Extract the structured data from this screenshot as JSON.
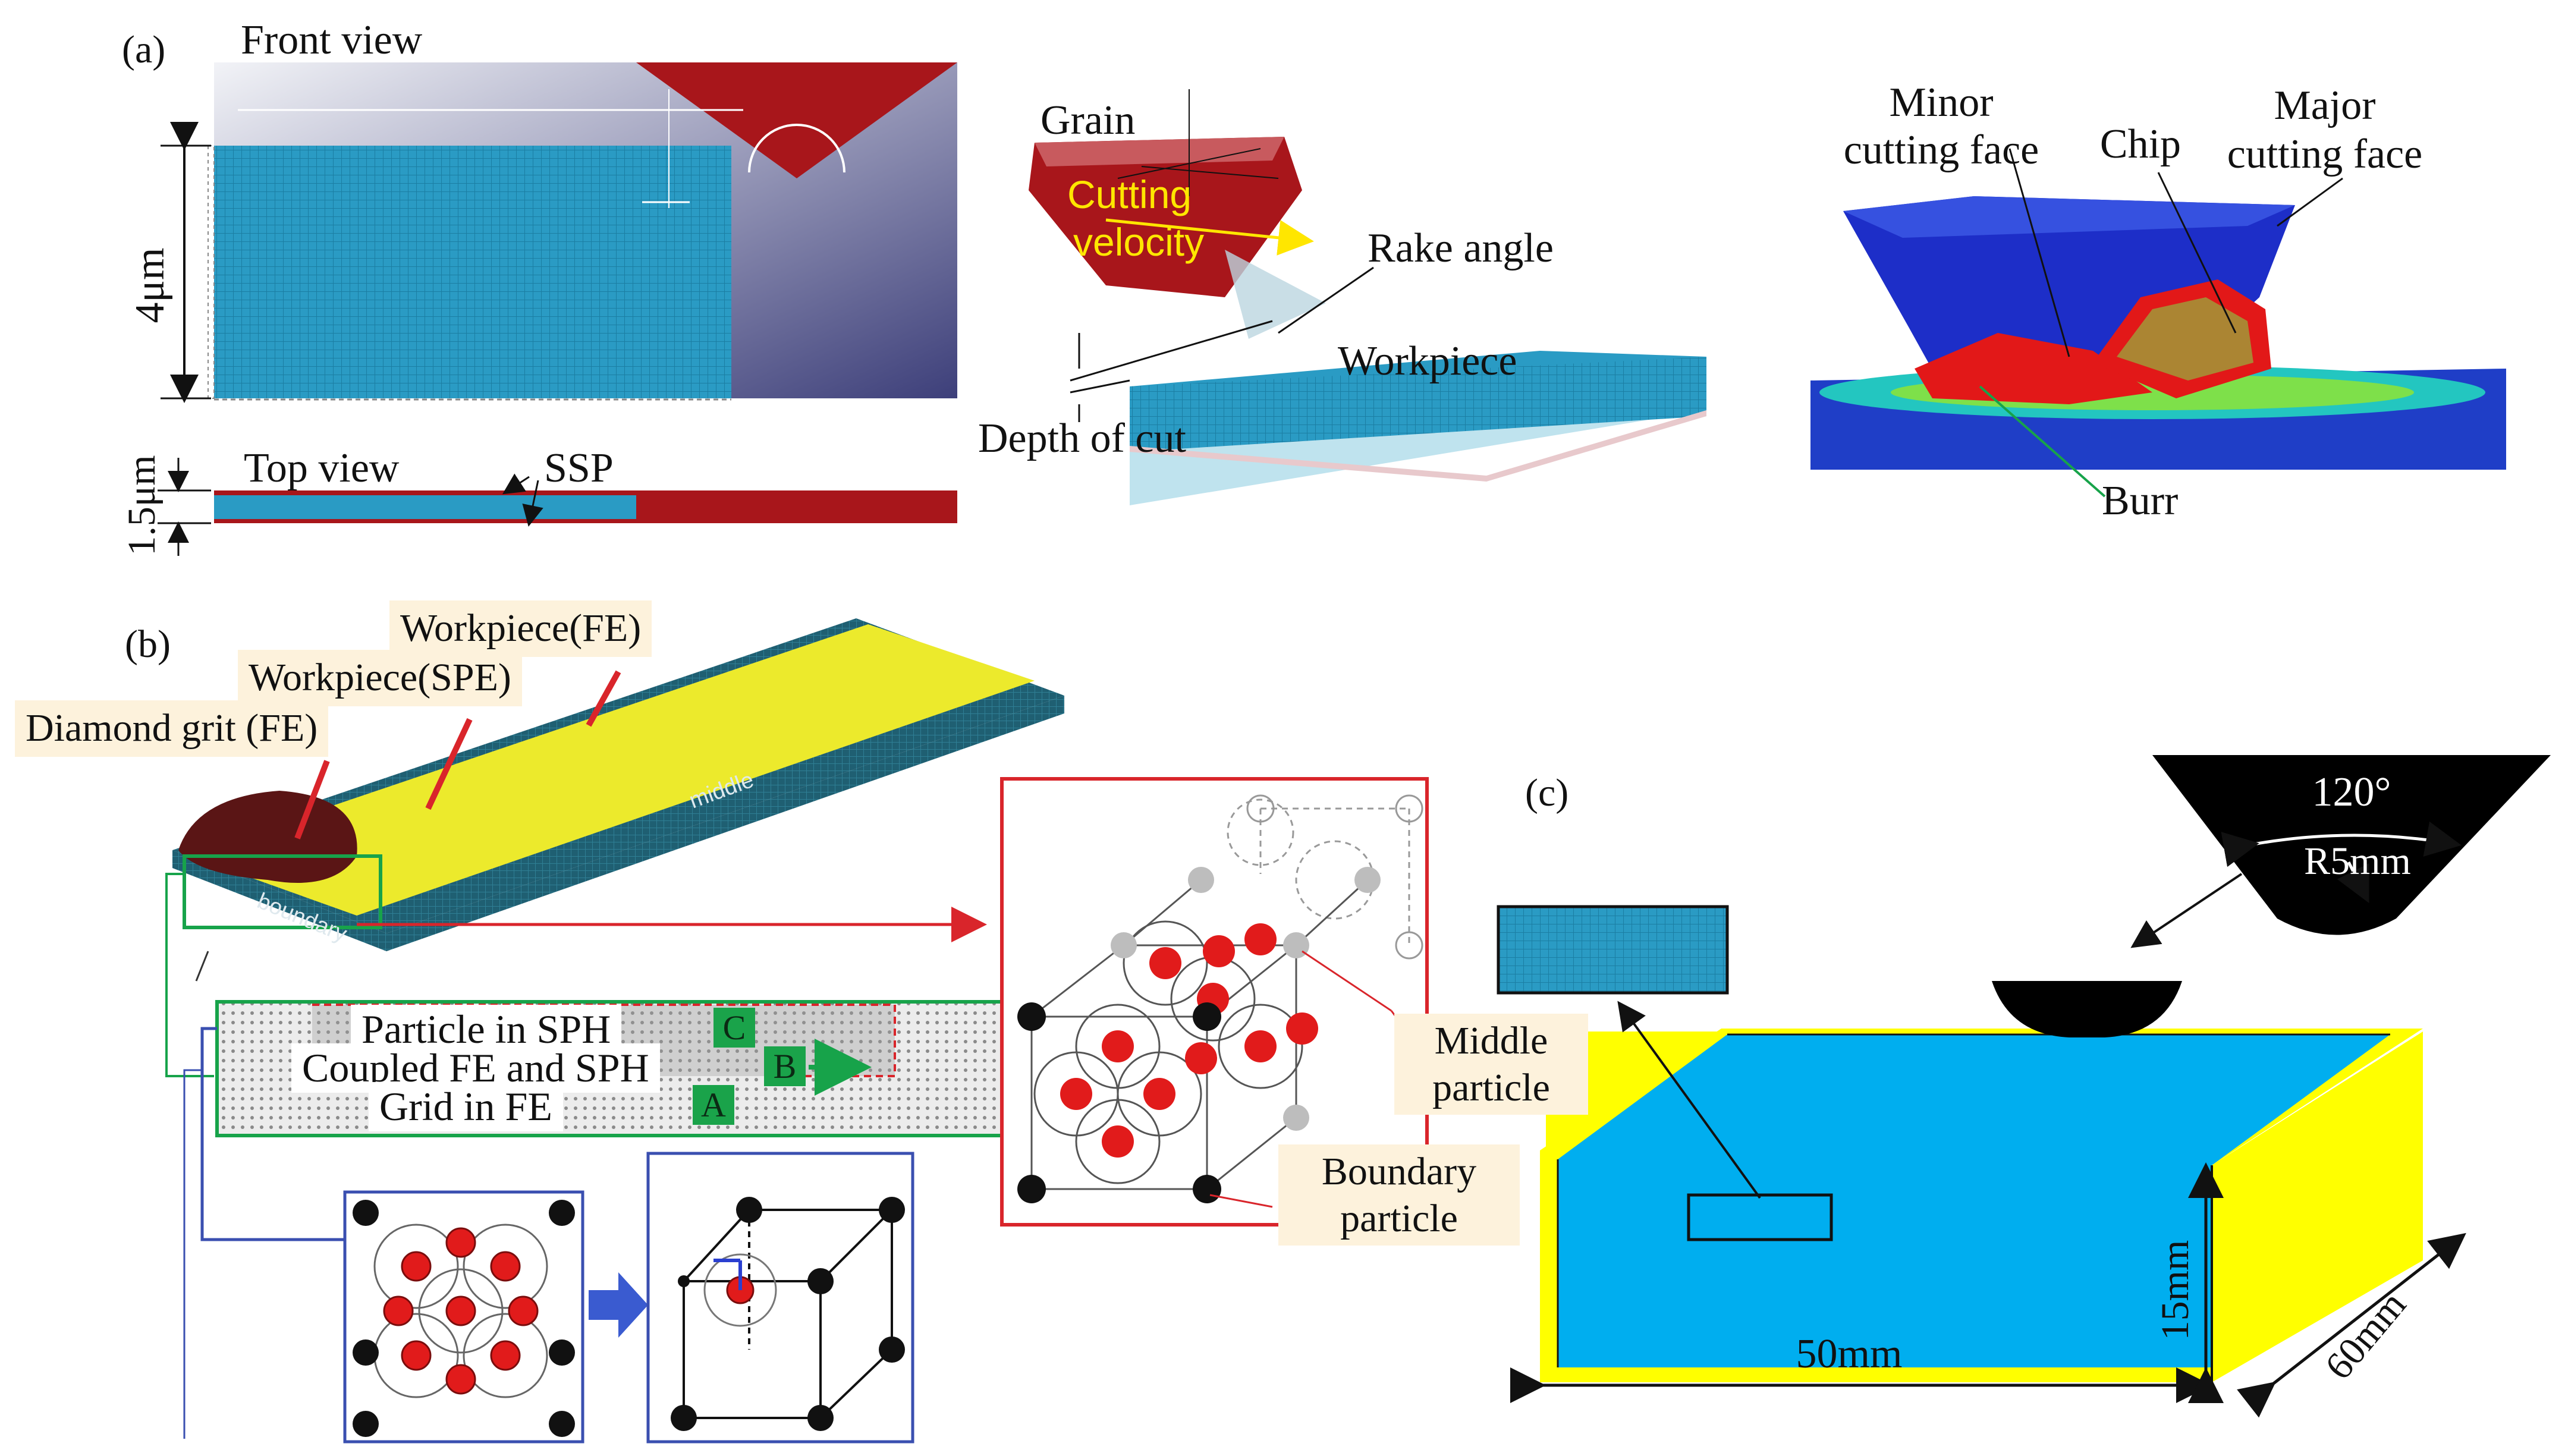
{
  "panels": {
    "a": {
      "label": "(a)",
      "front_view": "Front view",
      "top_view": "Top view",
      "ssp": "SSP",
      "dim_height": "4μm",
      "dim_width": "1.5μm",
      "grain": "Grain",
      "cutting_velocity_1": "Cutting",
      "cutting_velocity_2": "velocity",
      "rake_angle": "Rake angle",
      "workpiece": "Workpiece",
      "depth_of_cut": "Depth of cut",
      "minor_cutting_face_1": "Minor",
      "minor_cutting_face_2": "cutting face",
      "chip": "Chip",
      "major_cutting_face_1": "Major",
      "major_cutting_face_2": "cutting face",
      "burr": "Burr"
    },
    "b": {
      "label": "(b)",
      "workpiece_fe": "Workpiece(FE)",
      "workpiece_spe": "Workpiece(SPE)",
      "diamond_grit": "Diamond grit (FE)",
      "middle": "middle",
      "boundary": "boundary",
      "particle_in_sph": "Particle in SPH",
      "coupled": "Coupled FE and SPH",
      "grid_in_fe": "Grid in FE",
      "code_c": "C",
      "code_b": "B",
      "code_a": "A",
      "middle_particle_1": "Middle",
      "middle_particle_2": "particle",
      "boundary_particle_1": "Boundary",
      "boundary_particle_2": "particle"
    },
    "c": {
      "label": "(c)",
      "angle": "120°",
      "radius": "R5mm",
      "length": "50mm",
      "height": "15mm",
      "depth": "60mm"
    }
  },
  "colors": {
    "workpiece_blue": "#2a9bc4",
    "tool_red": "#a8161b",
    "panel_c_blue": "#00aeef",
    "panel_c_yellow": "#ffff00",
    "label_box": "#fdf2dc",
    "code_green": "#1aa34a",
    "highlight_green": "#17a34a",
    "frame_red": "#d9252b",
    "frame_blue": "#3a4fb0"
  }
}
